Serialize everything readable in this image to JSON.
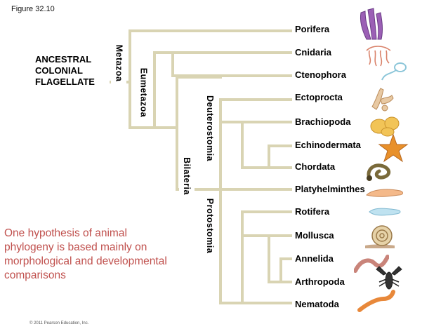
{
  "figure_label": "Figure 32.10",
  "ancestral": [
    "ANCESTRAL",
    "COLONIAL",
    "FLAGELLATE"
  ],
  "clades": {
    "metazoa": "Metazoa",
    "eumetazoa": "Eumetazoa",
    "bilateria": "Bilateria",
    "deuterostomia": "Deuterostomia",
    "protostomia": "Protostomia"
  },
  "taxa": [
    "Porifera",
    "Cnidaria",
    "Ctenophora",
    "Ectoprocta",
    "Brachiopoda",
    "Echinodermata",
    "Chordata",
    "Platyhelminthes",
    "Rotifera",
    "Mollusca",
    "Annelida",
    "Arthropoda",
    "Nematoda"
  ],
  "caption": "One hypothesis of animal phylogeny is based mainly on morphological and developmental comparisons",
  "copyright": "© 2011 Pearson Education, Inc.",
  "colors": {
    "branch": "#d9d4b3",
    "caption": "#c0504d"
  },
  "icons": [
    "sponge-icon",
    "jellyfish-icon",
    "comb-jelly-icon",
    "bryozoan-icon",
    "lamp-shell-icon",
    "sea-star-icon",
    "snake-icon",
    "flatworm-icon",
    "rotifer-icon",
    "snail-icon",
    "earthworm-icon",
    "lobster-icon",
    "roundworm-icon"
  ]
}
